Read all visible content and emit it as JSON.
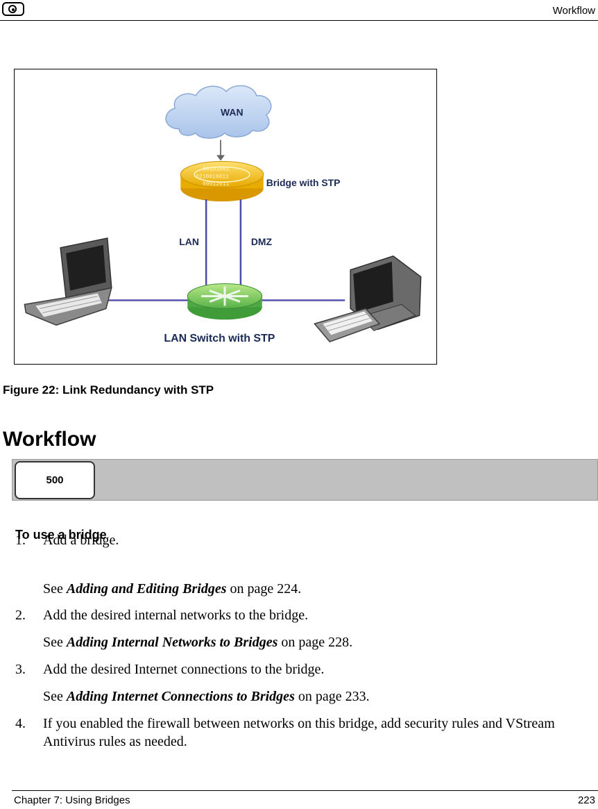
{
  "header": {
    "title": "Workflow"
  },
  "figure": {
    "labels": {
      "wan": "WAN",
      "bridge": "Bridge with STP",
      "lan": "LAN",
      "dmz": "DMZ",
      "switch": "LAN Switch with STP",
      "bits_1": "00101001",
      "bits_2": "0210010011",
      "bits_3": "00012011"
    },
    "caption": "Figure 22: Link Redundancy with STP"
  },
  "section": {
    "title": "Workflow"
  },
  "note": {
    "badge": "500"
  },
  "procedure": {
    "title": "To use a bridge",
    "steps": [
      {
        "num": "1.",
        "text": "Add a bridge.",
        "see_prefix": "See ",
        "see_link": "Adding and Editing Bridges",
        "see_suffix": " on page 224."
      },
      {
        "num": "2.",
        "text": "Add the desired internal networks to the bridge.",
        "see_prefix": "See ",
        "see_link": "Adding Internal Networks to Bridges",
        "see_suffix": " on page 228."
      },
      {
        "num": "3.",
        "text": "Add the desired Internet connections to the bridge.",
        "see_prefix": "See ",
        "see_link": "Adding Internet Connections to Bridges",
        "see_suffix": " on page 233."
      },
      {
        "num": "4.",
        "text": "If you enabled the firewall between networks on this bridge, add security rules and VStream Antivirus rules as needed."
      }
    ]
  },
  "footer": {
    "chapter": "Chapter 7: Using Bridges",
    "page": "223"
  }
}
